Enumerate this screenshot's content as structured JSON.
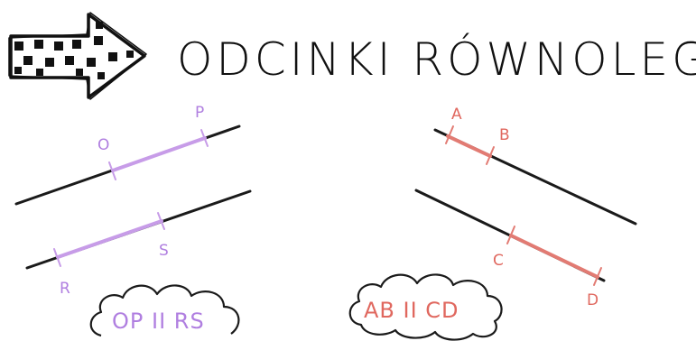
{
  "title": "ODCINKI RÓWNOLEGŁE",
  "left_figure": {
    "points": [
      "O",
      "P",
      "R",
      "S"
    ],
    "relation": "OP II RS"
  },
  "right_figure": {
    "points": [
      "A",
      "B",
      "C",
      "D"
    ],
    "relation": "AB II CD"
  },
  "colors": {
    "line": "#1a1a1a",
    "purple": "#c79ce8",
    "red": "#e27b73",
    "purple_text": "#b07fe0",
    "red_text": "#e0685f"
  },
  "icons": [
    "checkered-arrow-icon"
  ]
}
